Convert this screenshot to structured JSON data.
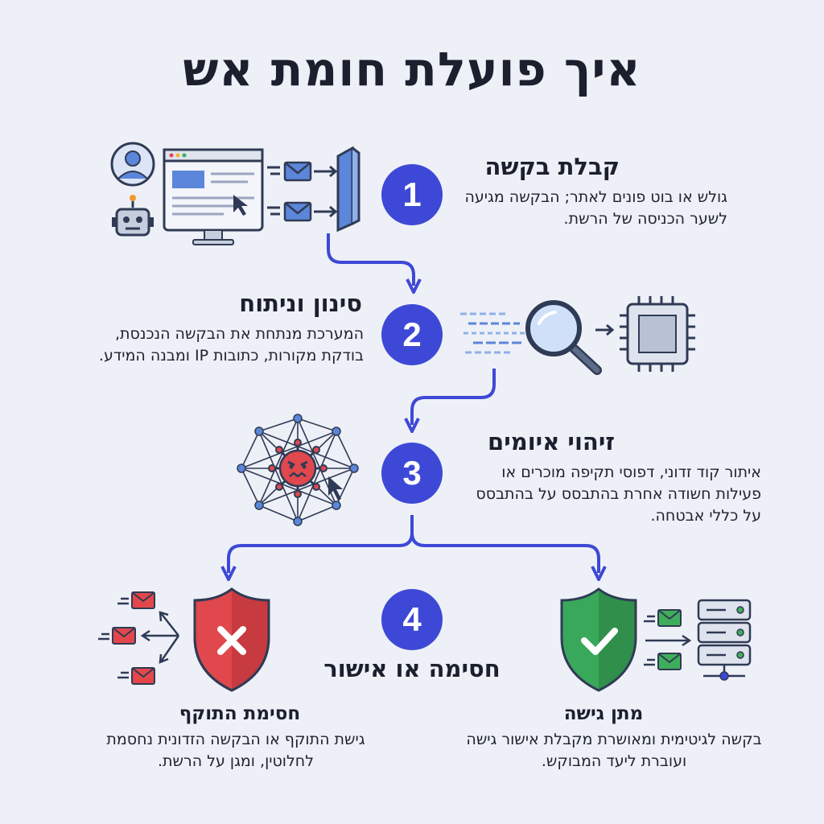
{
  "title": "איך פועלת חומת אש",
  "steps": [
    {
      "number": "1",
      "title": "קבלת בקשה",
      "description": "גולש או בוט פונים לאתר; הבקשה מגיעה לשער הכניסה של הרשת."
    },
    {
      "number": "2",
      "title": "סינון וניתוח",
      "description": "המערכת מנתחת את הבקשה הנכנסת, בודקת מקורות, כתובות IP ומבנה המידע."
    },
    {
      "number": "3",
      "title": "זיהוי איומים",
      "description": "איתור קוד זדוני, דפוסי תקיפה מוכרים או פעילות חשודה אחרת בהתבסס על בהתבסס על כללי אבטחה."
    },
    {
      "number": "4",
      "title": "חסימה או אישור",
      "description": ""
    }
  ],
  "outcomes": {
    "block": {
      "title": "חסימת התוקף",
      "description": "גישת התוקף או הבקשה הזדונית נחסמת לחלוטין, ומגן על הרשת."
    },
    "allow": {
      "title": "מתן גישה",
      "description": "בקשה לגיטימית ומאושרת מקבלת אישור גישה ועוברת ליעד המבוקש."
    }
  },
  "colors": {
    "accent": "#3d49d6",
    "block": "#e0484d",
    "allow": "#3aa85a",
    "envelope_block": "#e4474b",
    "envelope_allow": "#3fae5a",
    "icon_stroke": "#2f3b55"
  }
}
